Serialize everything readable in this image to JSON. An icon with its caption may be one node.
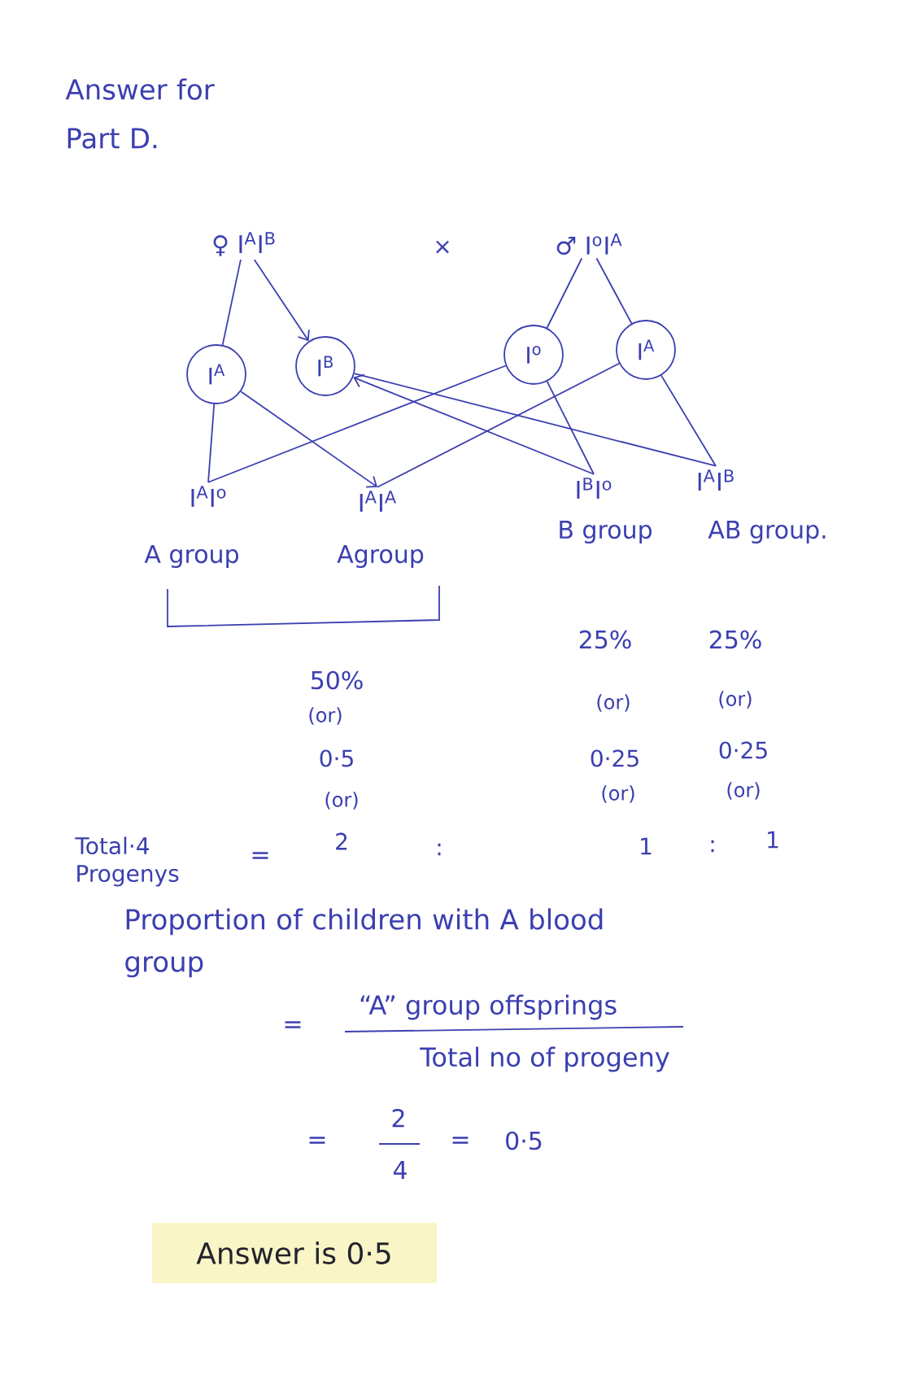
{
  "diagram": {
    "title": "Answer for Part D.",
    "nodes": [
      {
        "text": [
          "♀ I$^{A}$I$^{B}$"
        ]
      },
      {
        "text": [
          "♂ I$^{o}$I$^{A}$"
        ]
      },
      {
        "text": [
          "I$^{A}$"
        ]
      },
      {
        "text": [
          "I$^{B}$"
        ]
      },
      {
        "text": [
          "I$^{o}$"
        ]
      },
      {
        "text": [
          "I$^{A}$"
        ]
      },
      {
        "text": [
          "I$^{A}$I$^{o}$"
        ],
        "beside": [
          "A group"
        ]
      },
      {
        "text": [
          "I$^{A}$I$^{A}$"
        ],
        "beside": [
          "Agroup"
        ]
      },
      {
        "text": [
          "I$^{B}$I$^{o}$"
        ],
        "beside": [
          "B group"
        ]
      },
      {
        "text": [
          "I$^{A}$I$^{B}$"
        ],
        "beside": [
          "AB group."
        ]
      }
    ],
    "edges": [
      {
        "from": 0,
        "to": 2,
        "arrow": "none"
      },
      {
        "from": 0,
        "to": 3,
        "arrow": "to"
      },
      {
        "from": 1,
        "to": 4,
        "arrow": "none"
      },
      {
        "from": 1,
        "to": 5,
        "arrow": "none"
      },
      {
        "from": 2,
        "to": 6,
        "arrow": "none"
      },
      {
        "from": 4,
        "to": 6,
        "arrow": "none"
      },
      {
        "from": 2,
        "to": 7,
        "arrow": "to"
      },
      {
        "from": 5,
        "to": 7,
        "arrow": "none"
      },
      {
        "from": 8,
        "to": 3,
        "arrow": "to"
      },
      {
        "from": 4,
        "to": 8,
        "arrow": "none"
      },
      {
        "from": 3,
        "to": 9,
        "arrow": "none"
      },
      {
        "from": 5,
        "to": 9,
        "arrow": "none"
      }
    ],
    "labels": [
      "×",
      "50%",
      "25%",
      "25%",
      "(or)",
      "(or)",
      "(or)",
      "0·5",
      "0·25",
      "0·25",
      "(or)",
      "(or)",
      "(or)",
      "Total·4 Progenys",
      "=",
      "2",
      ":",
      "1",
      ":",
      "1",
      "Proportion of children with A blood group",
      "=",
      "“A” group offsprings",
      "Total no of progeny",
      "=",
      "2",
      "4",
      "=",
      "0·5",
      "Answer is 0·5"
    ]
  }
}
